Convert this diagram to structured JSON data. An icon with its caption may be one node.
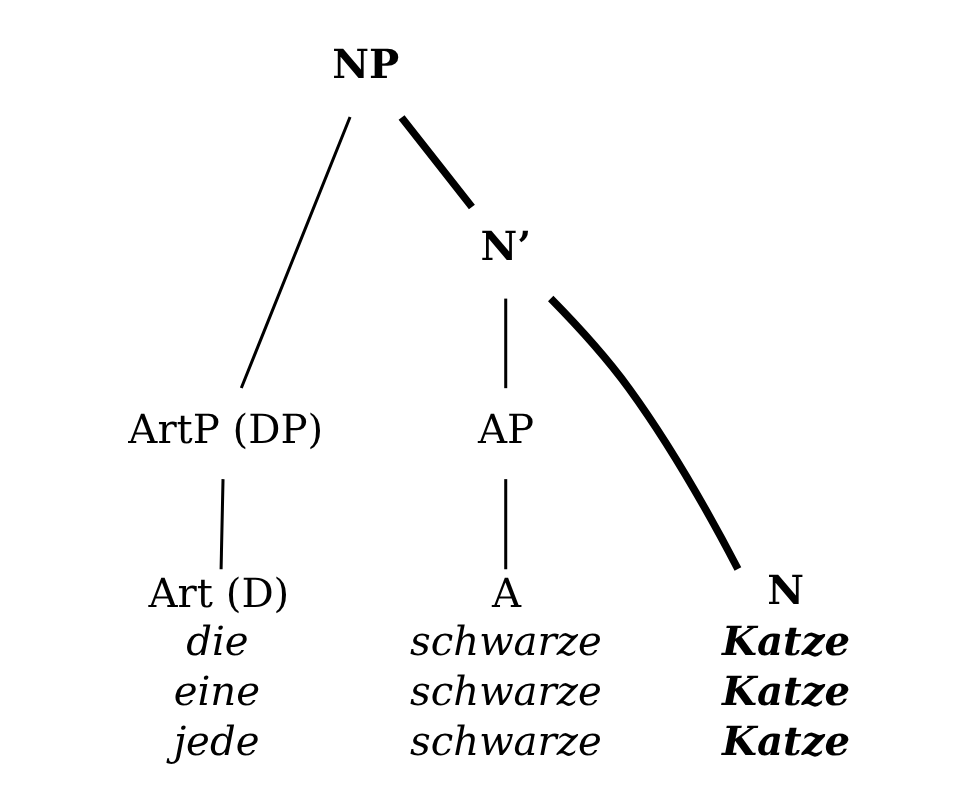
{
  "diagram": {
    "nodes": [
      {
        "text": [
          "NP"
        ]
      },
      {
        "text": [
          "ArtP (DP)"
        ]
      },
      {
        "text": [
          "N’"
        ]
      },
      {
        "text": [
          "AP"
        ]
      },
      {
        "text": [
          "Art (D)"
        ],
        "beside": [
          "die",
          "eine",
          "jede"
        ]
      },
      {
        "text": [
          "A"
        ],
        "beside": [
          "schwarze",
          "schwarze",
          "schwarze"
        ]
      },
      {
        "text": [
          "N"
        ],
        "beside": [
          "Katze",
          "Katze",
          "Katze"
        ]
      }
    ],
    "edges": [
      {
        "from": 0,
        "to": 1,
        "arrow": "none"
      },
      {
        "from": 0,
        "to": 2,
        "arrow": "none",
        "style": "thick"
      },
      {
        "from": 2,
        "to": 3,
        "arrow": "none"
      },
      {
        "from": 2,
        "to": 6,
        "arrow": "none",
        "style": "thick"
      },
      {
        "from": 1,
        "to": 4,
        "arrow": "none"
      },
      {
        "from": 3,
        "to": 5,
        "arrow": "none"
      }
    ]
  }
}
